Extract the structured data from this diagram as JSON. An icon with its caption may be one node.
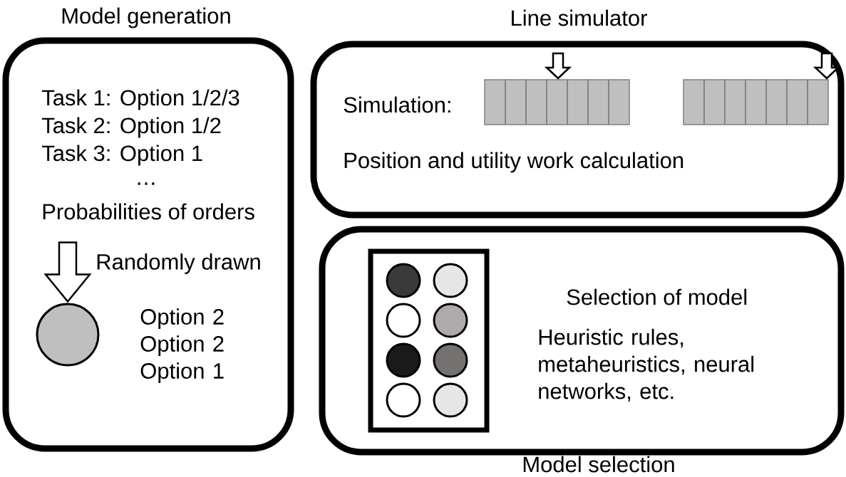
{
  "diagram": {
    "nodes": [
      {
        "text": [
          "Model generation",
          "Task 1: Option 1/2/3",
          "Task 2: Option 1/2",
          "Task 3: Option 1",
          "…",
          "Probabilities of orders"
        ]
      },
      {
        "text": [],
        "shape": "circle",
        "in": 0,
        "beside": [
          "Option 2 Option 2 Option 1"
        ]
      },
      {
        "text": [
          "Line simulator",
          "Simulation:",
          "Position and utility work calculation"
        ]
      },
      {
        "text": [
          "Selection of model",
          "Heuristic rules, metaheuristics, neural networks, etc.",
          "Model selection"
        ]
      }
    ],
    "edges": [
      {
        "from": null,
        "to": 1,
        "arrow": "to",
        "label": "Randomly drawn",
        "style": "thick"
      }
    ]
  }
}
